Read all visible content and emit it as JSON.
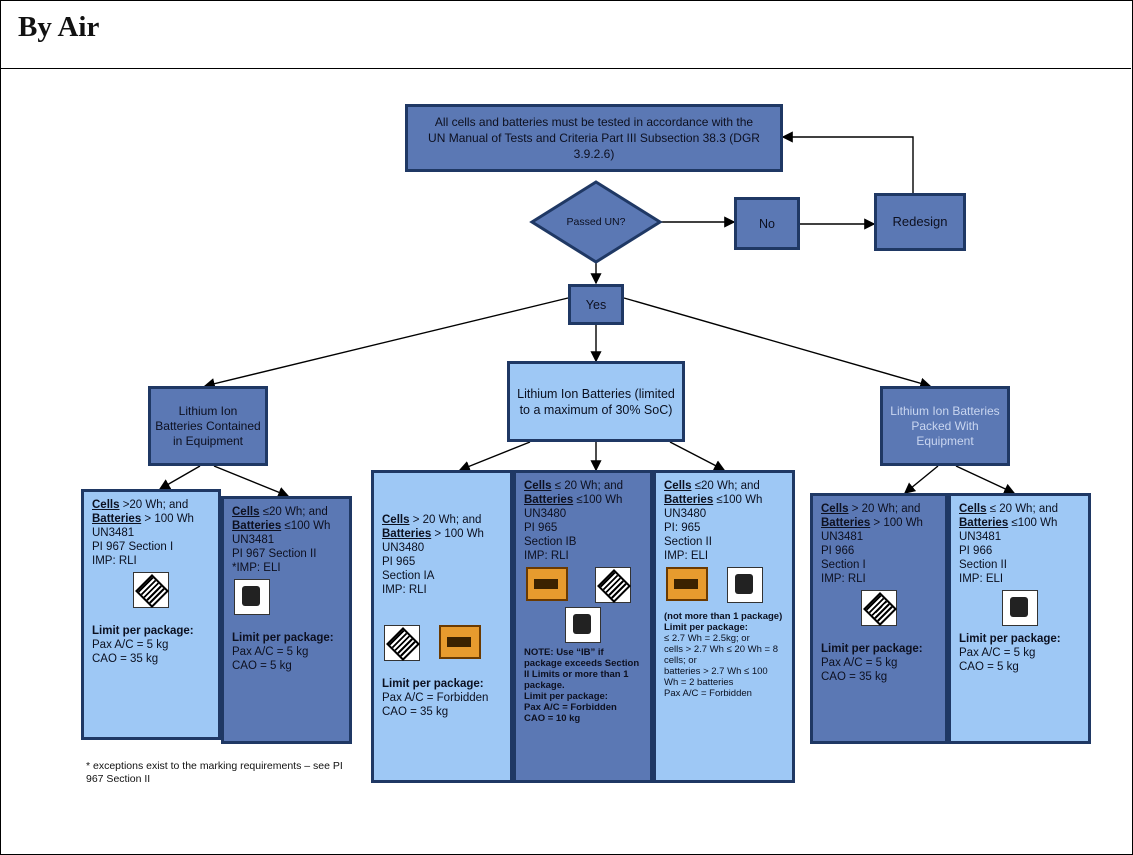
{
  "page_title": "By Air",
  "top": "All cells and batteries must be tested in accordance with the UN Manual of Tests and Criteria Part III Subsection 38.3 (DGR 3.9.2.6)",
  "decision": "Passed UN?",
  "no": "No",
  "redesign": "Redesign",
  "yes": "Yes",
  "cat_left": "Lithium Ion Batteries Contained in Equipment",
  "cat_mid": "Lithium Ion Batteries (limited to a maximum of 30% SoC)",
  "cat_right": "Lithium Ion Batteries Packed With Equipment",
  "b1": {
    "cells": "Cells",
    "line1": " >20 Wh; and",
    "batt": "Batteries",
    "line2": " > 100 Wh",
    "l1": "UN3481",
    "l2": "PI 967 Section I",
    "l3": "IMP: RLI",
    "lim": "Limit per package:",
    "p1": "Pax A/C = 5 kg",
    "p2": "CAO = 35 kg"
  },
  "b2": {
    "cells": "Cells",
    "line1": " ≤20 Wh; and",
    "batt": "Batteries",
    "line2": " ≤100 Wh",
    "l1": "UN3481",
    "l2": "PI 967 Section II",
    "l3": "*IMP: ELI",
    "lim": "Limit per package:",
    "p1": "Pax A/C =  5 kg",
    "p2": "CAO = 5 kg"
  },
  "b3": {
    "cells": "Cells",
    "line1": " > 20 Wh; and",
    "batt": "Batteries",
    "line2": " > 100 Wh",
    "l1": "UN3480",
    "l2": "PI 965",
    "l3": "Section IA",
    "l4": "IMP: RLI",
    "lim": "Limit per package:",
    "p1": "Pax A/C = Forbidden",
    "p2": "CAO = 35 kg"
  },
  "b4": {
    "cells": "Cells",
    "line1": "  ≤ 20 Wh; and",
    "batt": "Batteries",
    "line2": " ≤100 Wh",
    "l1": "UN3480",
    "l2": "PI 965",
    "l3": "Section IB",
    "l4": "IMP: RLI",
    "note": "NOTE: Use “IB” if package exceeds Section II Limits or more than 1 package.",
    "lim": "Limit per package:",
    "p1": "Pax A/C = Forbidden",
    "p2": "CAO = 10 kg"
  },
  "b5": {
    "cells": "Cells",
    "line1": " ≤20 Wh; and",
    "batt": "Batteries",
    "line2": " ≤100 Wh",
    "l1": "UN3480",
    "l2": "PI: 965",
    "l3": "Section II",
    "l4": "IMP: ELI",
    "lim": "(not more than 1 package) Limit per package:",
    "p1": "≤ 2.7 Wh = 2.5kg; or",
    "p2": "cells > 2.7 Wh ≤ 20 Wh = 8 cells; or",
    "p3": "batteries > 2.7 Wh ≤ 100 Wh = 2 batteries",
    "p4": "Pax A/C = Forbidden"
  },
  "b6": {
    "cells": "Cells",
    "line1": " > 20 Wh; and",
    "batt": "Batteries",
    "line2": " > 100 Wh",
    "l1": "UN3481",
    "l2": "PI 966",
    "l3": "Section I",
    "l4": "IMP: RLI",
    "lim": "Limit per package:",
    "p1": "Pax A/C =  5 kg",
    "p2": "CAO = 35 kg"
  },
  "b7": {
    "cells": "Cells",
    "line1": " ≤ 20 Wh; and",
    "batt": "Batteries",
    "line2": " ≤100 Wh",
    "l1": "UN3481",
    "l2": "PI 966",
    "l3": "Section II",
    "l4": "IMP: ELI",
    "lim": "Limit per package:",
    "p1": "Pax A/C = 5 kg",
    "p2": "CAO = 5 kg"
  },
  "footnote": "* exceptions exist to the marking requirements – see PI 967 Section II",
  "colors": {
    "dark": "#5b78b4",
    "light": "#9ec8f5",
    "border": "#1f3864"
  }
}
